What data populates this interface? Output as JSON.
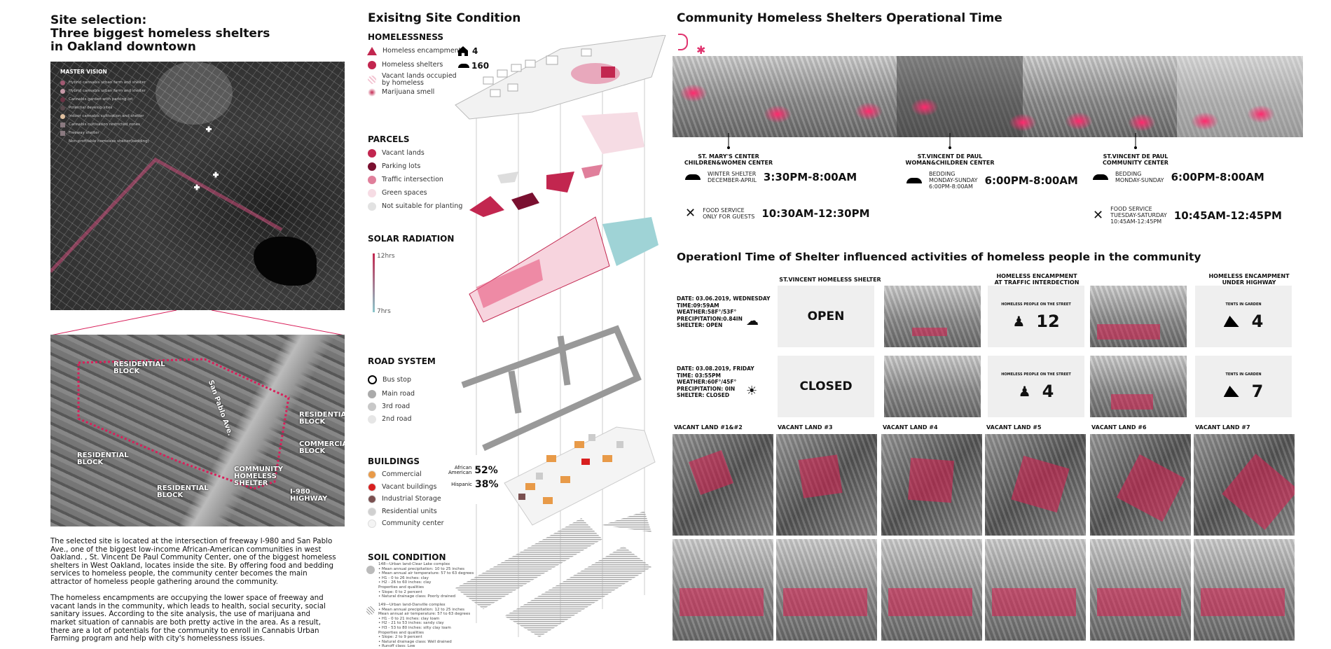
{
  "left": {
    "title": "Site selection:\nThree biggest homeless shelters\nin Oakland downtown",
    "master_vision": {
      "title": "MASTER VISION",
      "items": [
        "Hybrid cannabis urban farm and shelter",
        "Hybrid cannabis urban farm and shelter",
        "Cannabis garden with parking lot",
        "Potential develop sites",
        "Indoor cannabis cultivation and shelter",
        "Cannabis cultivation restricted zones",
        "Freeway shelter",
        "Non-profitable homeless shelter(bedding)"
      ],
      "colors": [
        "#a15a72",
        "#c79aa8",
        "#6b3344",
        "#5a4a4e",
        "#e0c1a0",
        "#8a7a80",
        "#8a7a80"
      ]
    },
    "aerial_labels": [
      "RESIDENTIAL\nBLOCK",
      "San Pablo Ave.",
      "RESIDENTIAL\nBLOCK",
      "COMMERCIAL\nBLOCK",
      "RESIDENTIAL\nBLOCK",
      "RESIDENTIAL\nBLOCK",
      "COMMUNITY\nHOMELESS\nSHELTER",
      "I-980\nHIGHWAY"
    ],
    "paragraph": "The selected site is located at the intersection of freeway I-980 and San Pablo\nAve., one of the biggest low-income African-American communities in west\nOakland. , St. Vincent De Paul Community Center, one of the biggest homeless\nshelters in West Oakland, locates inside the site. By offering food and bedding\nservices to homeless people, the community center becomes the main\nattractor of homeless people gathering around the community.\n\nThe homeless encampments are occupying the lower space of freeway and\nvacant lands in the community, which leads to health, social security, social\nsanitary issues. According to the site analysis, the use of marijuana and\nmarket situation of cannabis are both pretty active in the area. As a result,\nthere are a lot of potentials for the community to enroll in Cannabis Urban\nFarming program and help with city's homelessness issues."
  },
  "middle": {
    "title": "Exisitng Site Condition",
    "homelessness": {
      "title": "HOMELESSNESS",
      "items": [
        "Homeless encampment",
        "Homeless shelters",
        "Vacant lands occupied\nby homeless",
        "Marijuana smell"
      ],
      "shelter_count": "4",
      "people_count": "160"
    },
    "parcels": {
      "title": "PARCELS",
      "items": [
        "Vacant lands",
        "Parking lots",
        "Traffic intersection",
        "Green spaces",
        "Not suitable for planting"
      ],
      "colors": [
        "#c2264f",
        "#7a1030",
        "#e07f9b",
        "#f6dce4",
        "#e2e2e2"
      ]
    },
    "solar": {
      "title": "SOLAR RADIATION",
      "max": "12hrs",
      "min": "7hrs"
    },
    "roads": {
      "title": "ROAD SYSTEM",
      "items": [
        "Bus stop",
        "Main road",
        "3rd road",
        "2nd road"
      ]
    },
    "buildings": {
      "title": "BUILDINGS",
      "items": [
        "Commercial",
        "Vacant buildings",
        "Industrial Storage",
        "Residential units",
        "Community center"
      ],
      "colors": [
        "#e89a48",
        "#d81f1f",
        "#7a5050",
        "#d0d0d0",
        "#f4f4f4"
      ],
      "demographics": [
        {
          "label": "African\nAmerican",
          "value": "52%"
        },
        {
          "label": "Hispanic",
          "value": "38%"
        }
      ]
    },
    "soil": {
      "title": "SOIL CONDITION",
      "items": [
        "148—Urban land-Clear Lake complex\n• Mean annual precipitation: 10 to 25 inches\n• Mean annual air temperature: 57 to 63 degrees\n• H1 - 0 to 26 inches: clay\n• H2 - 26 to 60 inches: clay\nProperties and qualities\n• Slope: 0 to 2 percent\n• Natural drainage class: Poorly drained",
        "149—Urban land-Danville complex\n• Mean annual precipitation: 12 to 25 inches\nMean annual air temperature: 57 to 63 degrees\n• H1 - 0 to 21 inches: clay loam\n• H2 - 21 to 53 inches: sandy clay\n• H3 - 53 to 80 inches: silty clay loam\nProperties and qualities\n• Slope: 2 to 9 percent\n• Natural drainage class: Well drained\n• Runoff class: Low"
      ]
    }
  },
  "right": {
    "title": "Community Homeless Shelters Operational Time",
    "shelters": [
      {
        "name": "ST. MARY'S CENTER\nCHILDREN&WOMEN CENTER",
        "bed_sub": "WINTER SHELTER\nDECEMBER-APRIL",
        "bed_time": "3:30PM-8:00AM",
        "food_sub": "FOOD SERVICE\nONLY FOR GUESTS",
        "food_time": "10:30AM-12:30PM"
      },
      {
        "name": "ST.VINCENT DE PAUL\nWOMAN&CHILDREN CENTER",
        "bed_sub": "BEDDING\nMONDAY-SUNDAY\n6:00PM-8:00AM",
        "bed_time": "6:00PM-8:00AM"
      },
      {
        "name": "ST.VINCENT DE PAUL\nCOMMUNITY CENTER",
        "bed_sub": "BEDDING\nMONDAY-SUNDAY",
        "bed_time": "6:00PM-8:00AM",
        "food_sub": "FOOD SERVICE\nTUESDAY-SATURDAY\n10:45AM-12:45PM",
        "food_time": "10:45AM-12:45PM"
      }
    ],
    "section2_title": "Operationl Time of Shelter influenced activities of homeless people in the community",
    "col_headers": [
      "ST.VINCENT HOMELESS SHELTER",
      "HOMELESS ENCAMPMENT\nAT TRAFFIC INTERDECTION",
      "HOMELESS ENCAMPMENT\nUNDER HIGHWAY"
    ],
    "rows": [
      {
        "info": "DATE: 03.06.2019, WEDNESDAY\nTIME:09:59AM\nWEATHER:58F°/53F°\nPRECIPITATION:0.84IN\nSHELTER: OPEN",
        "weather": "rain",
        "status": "OPEN",
        "street_label": "HOMELESS PEOPLE ON THE STREET",
        "street_count": "12",
        "tents_label": "TENTS IN GARDEN",
        "tents_count": "4"
      },
      {
        "info": "DATE: 03.08.2019, FRIDAY\nTIME: 03:55PM\nWEATHER:60F°/45F°\nPRECIPITATION: 0IN\nSHELTER: CLOSED",
        "weather": "sun",
        "status": "CLOSED",
        "street_label": "HOMELESS PEOPLE ON THE STREET",
        "street_count": "4",
        "tents_label": "TENTS IN GARDEN",
        "tents_count": "7"
      }
    ],
    "vacant_lands": [
      "VACANT LAND #1&#2",
      "VACANT LAND #3",
      "VACANT LAND #4",
      "VACANT LAND #5",
      "VACANT LAND #6",
      "VACANT LAND #7"
    ],
    "accent": "#d81f5a"
  }
}
